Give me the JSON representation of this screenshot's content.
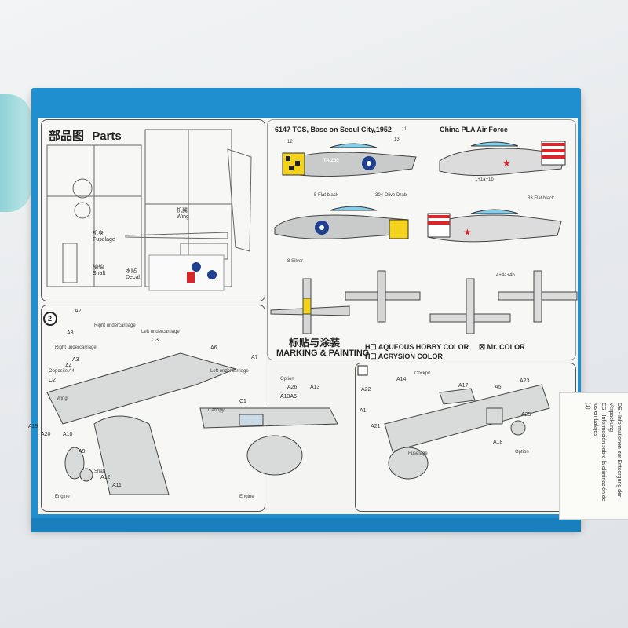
{
  "parts_panel": {
    "title_cn": "部品图",
    "title_en": "Parts",
    "wing_cn": "机翼",
    "wing_en": "Wing",
    "fuselage_cn": "机身",
    "fuselage_en": "Fuselage",
    "shaft_cn": "轴轴",
    "shaft_en": "Shaft",
    "decal_cn": "水贴",
    "decal_en": "Decal"
  },
  "marking_panel": {
    "scheme1_title": "6147 TCS, Base on Seoul City,1952",
    "scheme2_title": "China PLA Air Force",
    "plane_code": "TA-260",
    "callouts": [
      {
        "num": "12",
        "label": ""
      },
      {
        "num": "13",
        "label": ""
      },
      {
        "num": "11",
        "label": ""
      },
      {
        "num": "5",
        "label": "Flat black"
      },
      {
        "num": "304",
        "label": "Olive Drab"
      },
      {
        "num": "8",
        "label": "Silver"
      },
      {
        "num": "33",
        "label": "Flat black"
      },
      {
        "num": "1+1a+1b",
        "label": ""
      },
      {
        "num": "4+4a+4b",
        "label": ""
      }
    ],
    "heading_cn": "标贴与涂装",
    "heading_en": "MARKING & PAINTING",
    "legend1": "AQUEOUS HOBBY COLOR",
    "legend2": "Mr. COLOR",
    "legend3": "ACRYSION COLOR"
  },
  "step2": {
    "step_num": "2",
    "labels": {
      "right_uc": "Right undercarriage",
      "left_uc": "Left undercarriage",
      "opposite": "Opposite A4",
      "wing": "Wing",
      "shaft": "Shaft",
      "engine": "Engine",
      "canopy": "Canopy",
      "option": "Option",
      "engine2": "Engine"
    },
    "parts": [
      "A2",
      "A8",
      "C3",
      "A3",
      "A4",
      "C2",
      "A6",
      "A7",
      "C1",
      "A19",
      "A20",
      "A10",
      "A9",
      "A12",
      "A11",
      "A26",
      "A13",
      "A13A6"
    ]
  },
  "step1": {
    "labels": {
      "cockpit": "Cockpit",
      "fuselage": "Fuselage",
      "option": "Option"
    },
    "parts": [
      "A14",
      "A22",
      "A1",
      "A21",
      "A17",
      "A5",
      "A18",
      "A23",
      "A25"
    ]
  },
  "sticker": {
    "line1": "DE - Informationen zur Entsorgung der",
    "line2": "Verpackung",
    "line3": "ES - Información sobre la eliminación de",
    "line4": "los embalajes",
    "badge": "(1)"
  },
  "colors": {
    "box_blue": "#1f8fd0",
    "sheet": "#f4f4f2",
    "checker_yellow": "#f2d21a",
    "roundel_blue": "#1f3f8f",
    "red_stripe": "#d8262b"
  }
}
